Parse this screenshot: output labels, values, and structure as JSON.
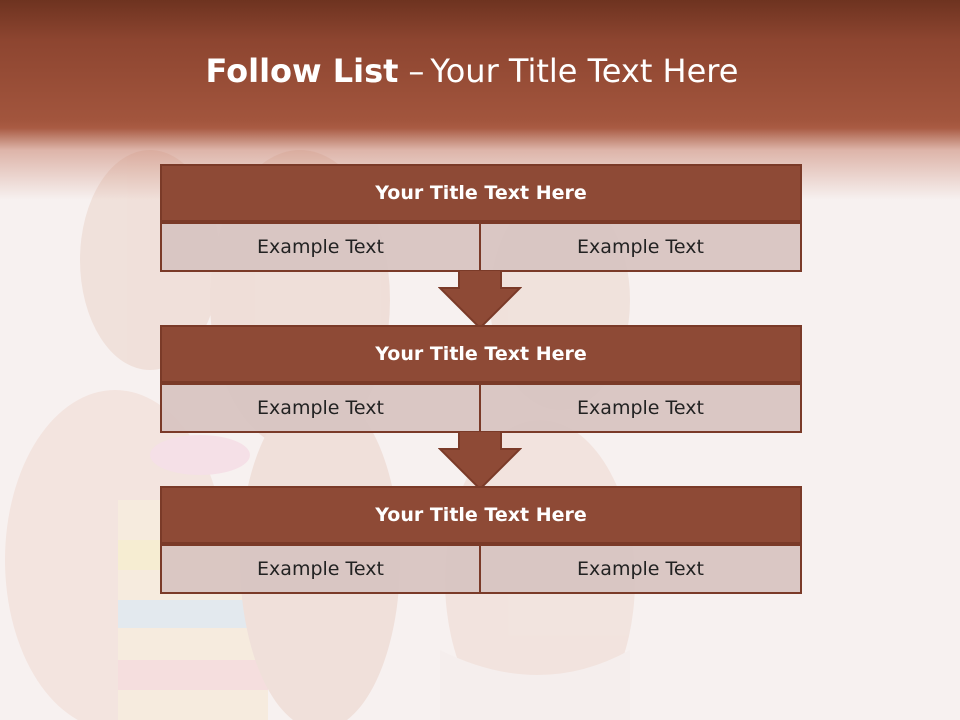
{
  "title": {
    "bold": "Follow List",
    "dash": "–",
    "rest": "Your Title Text Here"
  },
  "flow": [
    {
      "title": "Your Title Text Here",
      "cells": [
        "Example Text",
        "Example Text"
      ]
    },
    {
      "title": "Your Title Text Here",
      "cells": [
        "Example Text",
        "Example Text"
      ]
    },
    {
      "title": "Your Title Text Here",
      "cells": [
        "Example Text",
        "Example Text"
      ]
    }
  ],
  "colors": {
    "header": "#a2553d",
    "block_title": "#8e4a36",
    "cell_fill": "#d7c4c1",
    "border": "#7a3a28",
    "background": "#f7f1f0"
  }
}
